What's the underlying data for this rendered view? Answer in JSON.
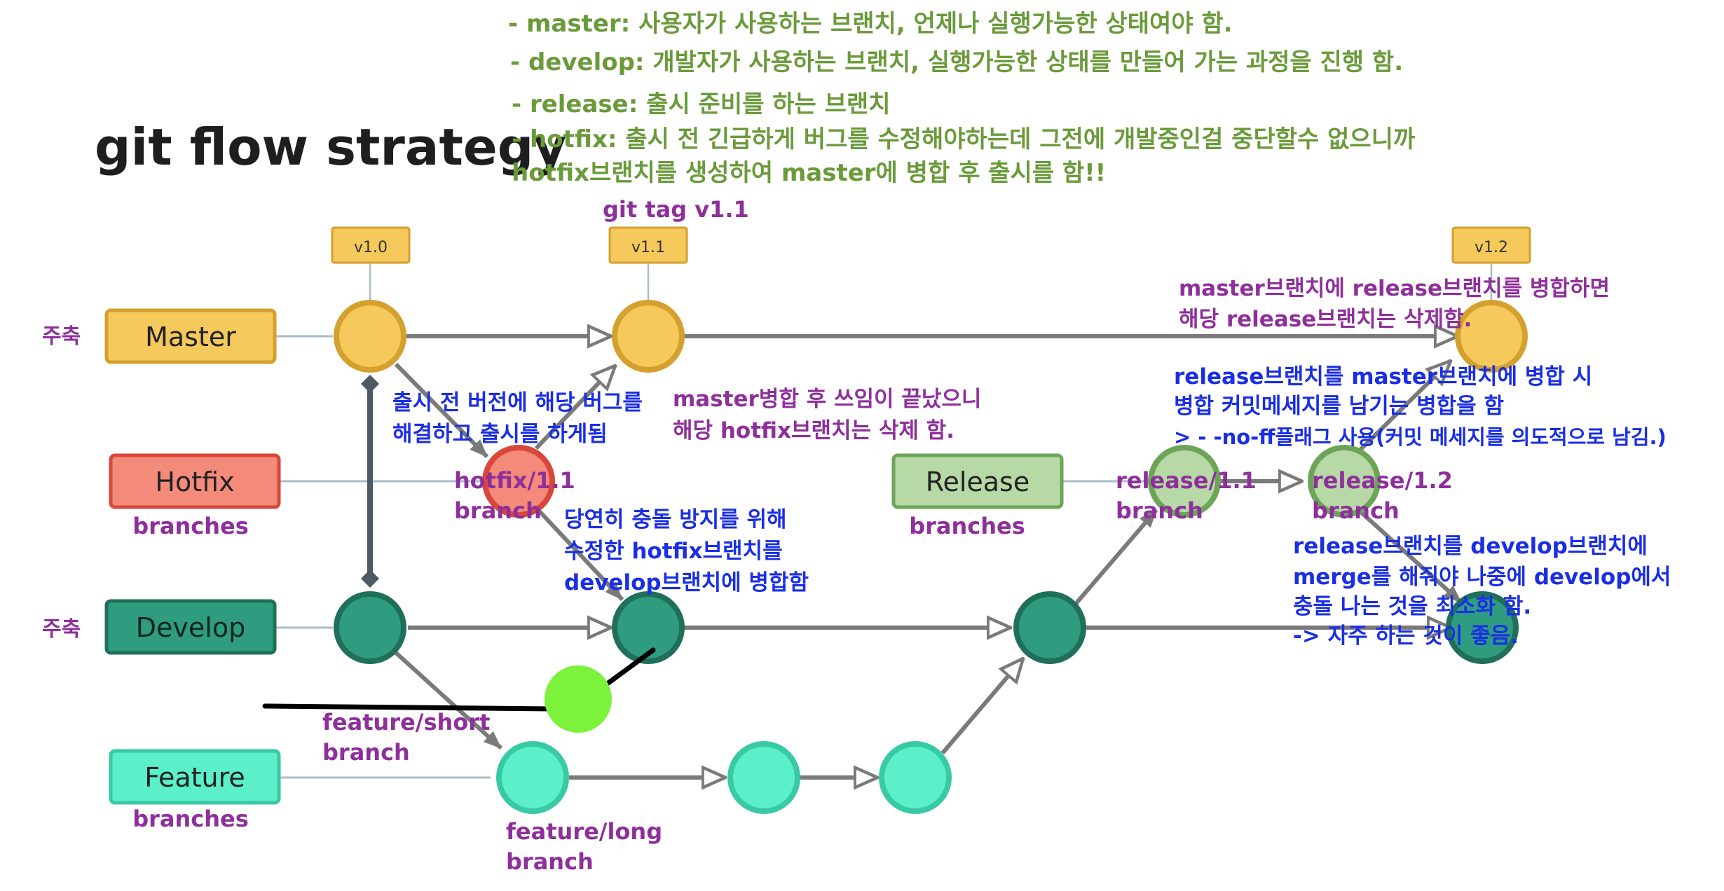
{
  "title": "git flow strategy",
  "colors": {
    "master": "#f5c95c",
    "master_stroke": "#d4a02e",
    "hotfix": "#f38a7a",
    "hotfix_stroke": "#d9473a",
    "release": "#b7d9a6",
    "release_stroke": "#6da558",
    "develop": "#2f9c7f",
    "develop_stroke": "#1f6f5a",
    "feature": "#5bf0c9",
    "feature_stroke": "#38c9a5",
    "green_text": "#6a9a3a",
    "purple_text": "#8e2f9b",
    "blue_text": "#1a2ee6",
    "arrow": "#7a7a7a",
    "highlight": "#7cf23a"
  },
  "legend": [
    "- master: 사용자가 사용하는 브랜치, 언제나 실행가능한 상태여야 함.",
    "- develop: 개발자가 사용하는 브랜치, 실행가능한 상태를 만들어 가는 과정을 진행 함.",
    "- release: 출시 준비를 하는 브랜치",
    "- hotfix: 출시 전 긴급하게 버그를 수정해야하는데 그전에 개발중인걸 중단할수 없으니까",
    "hotfix브랜치를 생성하여 master에 병합 후 출시를 함!!"
  ],
  "lanes": {
    "master": "Master",
    "hotfix": "Hotfix",
    "release": "Release",
    "develop": "Develop",
    "feature": "Feature",
    "branches_label": "branches",
    "main_axis_label": "주축"
  },
  "tags": {
    "v10": "v1.0",
    "v11": "v1.1",
    "v12": "v1.2",
    "git_tag": "git tag v1.1"
  },
  "branch_labels": {
    "hotfix_1": "hotfix/1.1",
    "hotfix_2": "branch",
    "release11_1": "release/1.1",
    "release11_2": "branch",
    "release12_1": "release/1.2",
    "release12_2": "branch",
    "feature_short_1": "feature/short",
    "feature_short_2": "branch",
    "feature_long_1": "feature/long",
    "feature_long_2": "branch"
  },
  "notes": {
    "hotfix_fix_1": "출시 전 버전에 해당 버그를",
    "hotfix_fix_2": "해결하고 출시를 하게됨",
    "master_merge_1": "master병합 후 쓰임이 끝났으니",
    "master_merge_2": "해당 hotfix브랜치는 삭제 함.",
    "conflict_1": "당연히 충돌 방지를 위해",
    "conflict_2": "수정한 hotfix브랜치를",
    "conflict_3": "develop브랜치에 병합함",
    "release_delete_1": "master브랜치에 release브랜치를 병합하면",
    "release_delete_2": "해당 release브랜치는 삭제함.",
    "noff_1": "release브랜치를 master브랜치에 병합 시",
    "noff_2": "병합 커밋메세지를 남기는 병합을 함",
    "noff_3": "> - -no-ff플래그 사용(커밋 메세지를 의도적으로 남김.)",
    "develop_merge_1": "release브랜치를 develop브랜치에",
    "develop_merge_2": "merge를 해줘야 나중에 develop에서",
    "develop_merge_3": " 충돌 나는 것을 최소화 함.",
    "develop_merge_4": "-> 자주 하는 것이 좋음."
  }
}
